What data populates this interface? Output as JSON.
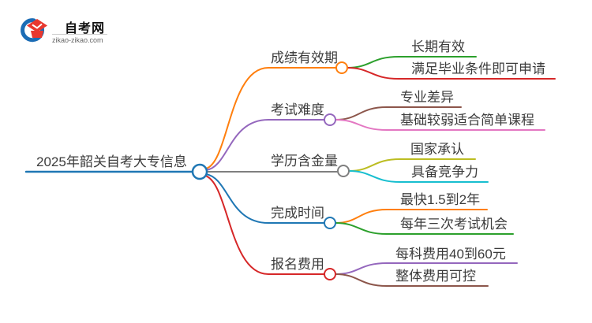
{
  "logo": {
    "title": "自考网",
    "domain": "zikao-zikao.com",
    "icon": "graduation-cap-icon",
    "icon_colors": {
      "crescent_blue": "#1b6cb5",
      "cap_red": "#e8382f"
    }
  },
  "mindmap": {
    "root": {
      "label": "2025年韶关自考大专信息",
      "color": "#1f77b4"
    },
    "branches": [
      {
        "label": "成绩有效期",
        "color": "#ff7f0e",
        "children": [
          {
            "label": "长期有效",
            "color": "#2ca02c"
          },
          {
            "label": "满足毕业条件即可申请",
            "color": "#d62728"
          }
        ]
      },
      {
        "label": "考试难度",
        "color": "#9467bd",
        "children": [
          {
            "label": "专业差异",
            "color": "#8c564b"
          },
          {
            "label": "基础较弱适合简单课程",
            "color": "#e377c2"
          }
        ]
      },
      {
        "label": "学历含金量",
        "color": "#7f7f7f",
        "children": [
          {
            "label": "国家承认",
            "color": "#bcbd22"
          },
          {
            "label": "具备竞争力",
            "color": "#17becf"
          }
        ]
      },
      {
        "label": "完成时间",
        "color": "#1f77b4",
        "children": [
          {
            "label": "最快1.5到2年",
            "color": "#ff7f0e"
          },
          {
            "label": "每年三次考试机会",
            "color": "#2ca02c"
          }
        ]
      },
      {
        "label": "报名费用",
        "color": "#d62728",
        "children": [
          {
            "label": "每科费用40到60元",
            "color": "#9467bd"
          },
          {
            "label": "整体费用可控",
            "color": "#8c564b"
          }
        ]
      }
    ],
    "text_color": "#3c3c3c",
    "background": "#ffffff"
  }
}
